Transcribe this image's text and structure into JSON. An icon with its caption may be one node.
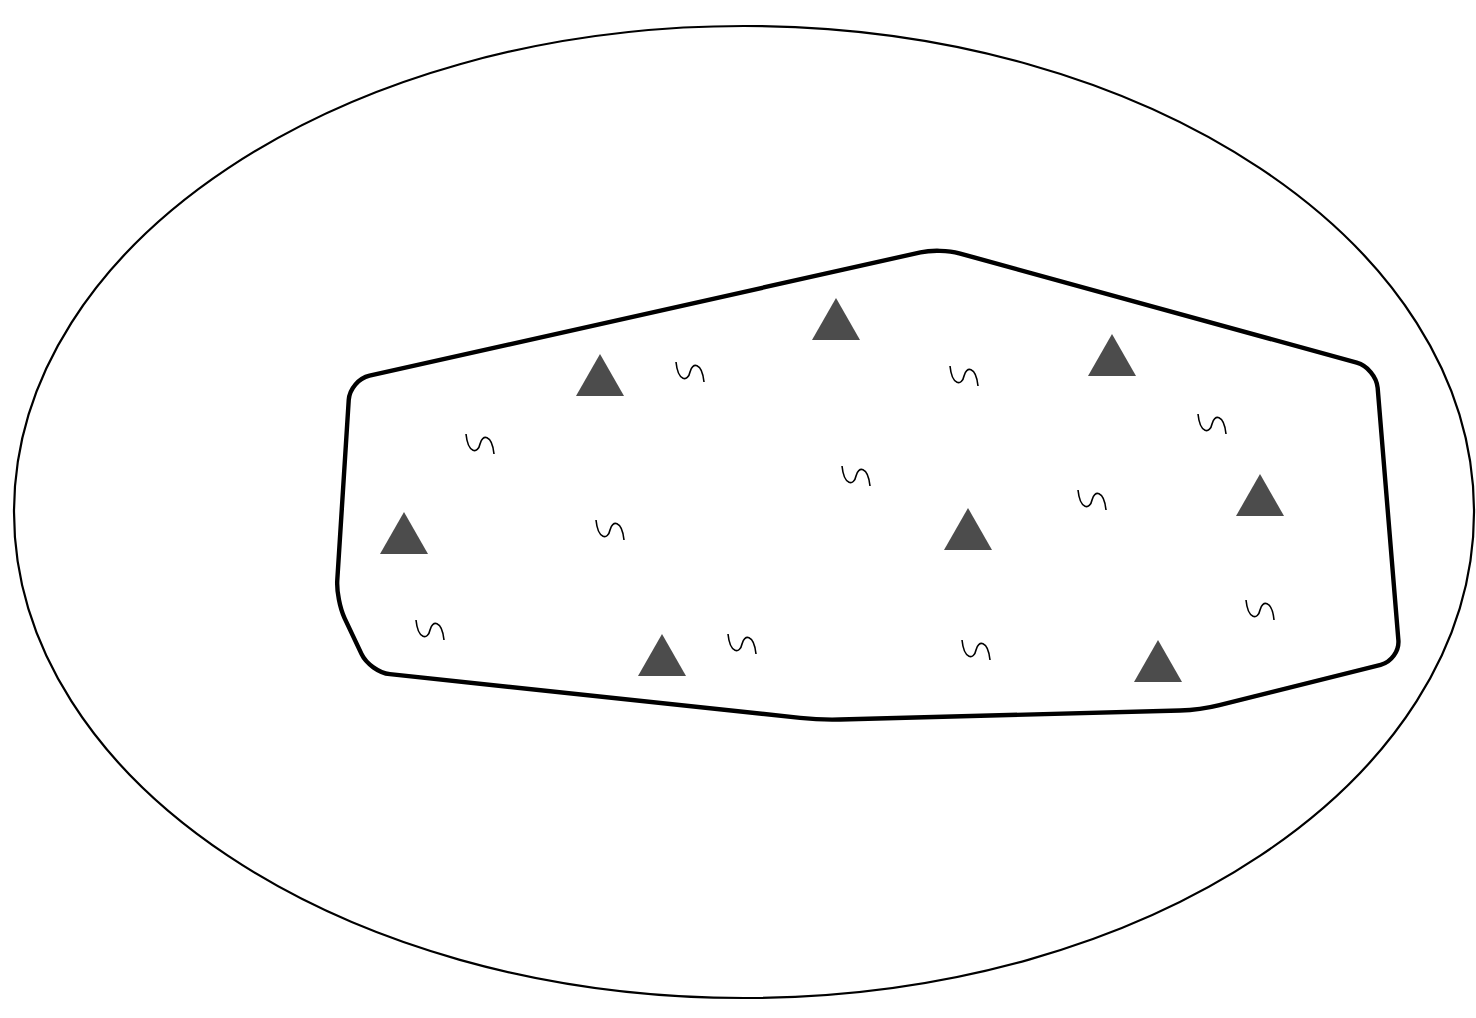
{
  "diagram": {
    "nodes": [
      {
        "text": [],
        "shape": "circle"
      },
      {
        "text": [],
        "shape": "box",
        "in": 0
      }
    ]
  }
}
